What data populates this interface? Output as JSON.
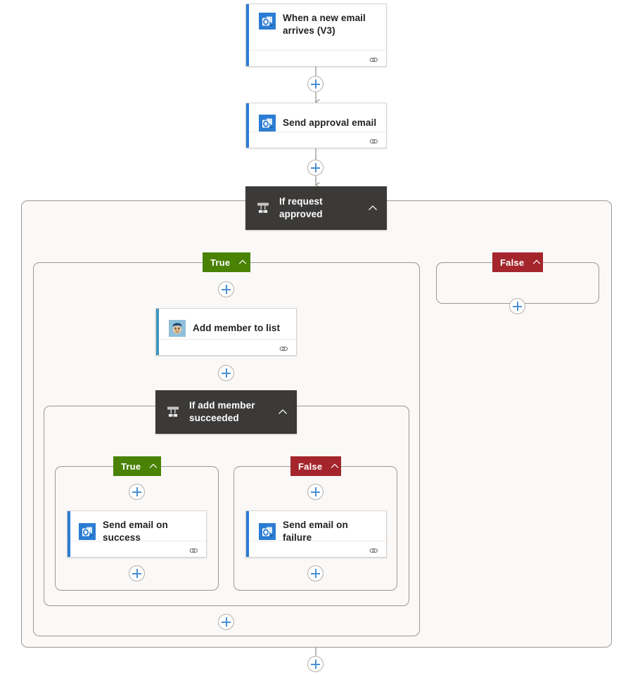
{
  "canvas": {
    "background": "#ffffff",
    "scope_background": "#faf9f8",
    "scope_border": "#9b9896",
    "connector_color": "#979593",
    "plus_color": "#4a8fd4"
  },
  "colors": {
    "true_badge": "#498205",
    "false_badge": "#a4262c",
    "condition_header": "#3b3a39",
    "outlook_accent": "#2b7cd3",
    "mailchimp_accent": "#3d97bf"
  },
  "nodes": {
    "trigger": {
      "title": "When a new email arrives (V3)",
      "icon": "outlook-icon",
      "accent": "#2b7cd3",
      "footer_icon": "link-icon"
    },
    "send_approval": {
      "title": "Send approval email",
      "icon": "outlook-icon",
      "accent": "#2b7cd3",
      "footer_icon": "link-icon"
    },
    "condition_outer": {
      "title": "If request approved",
      "icon": "condition-icon",
      "chevron": "chevron-up-icon"
    },
    "add_member": {
      "title": "Add member to list",
      "icon": "mailchimp-icon",
      "accent": "#3d97bf",
      "footer_icon": "link-icon"
    },
    "condition_inner": {
      "title": "If add member succeeded",
      "icon": "condition-icon",
      "chevron": "chevron-up-icon"
    },
    "send_success": {
      "title": "Send email on success",
      "icon": "outlook-icon",
      "accent": "#2b7cd3",
      "footer_icon": "link-icon"
    },
    "send_failure": {
      "title": "Send email on failure",
      "icon": "outlook-icon",
      "accent": "#2b7cd3",
      "footer_icon": "link-icon"
    }
  },
  "branches": {
    "outer_true": {
      "label": "True",
      "chevron": "chevron-up-icon"
    },
    "outer_false": {
      "label": "False",
      "chevron": "chevron-up-icon"
    },
    "inner_true": {
      "label": "True",
      "chevron": "chevron-up-icon"
    },
    "inner_false": {
      "label": "False",
      "chevron": "chevron-up-icon"
    }
  },
  "add_buttons": [
    {
      "id": "add-after-trigger",
      "label": "+"
    },
    {
      "id": "add-after-send-approval",
      "label": "+"
    },
    {
      "id": "add-outer-false-branch",
      "label": "+"
    },
    {
      "id": "add-outer-true-first",
      "label": "+"
    },
    {
      "id": "add-after-add-member",
      "label": "+"
    },
    {
      "id": "add-inner-true-first",
      "label": "+"
    },
    {
      "id": "add-inner-false-first",
      "label": "+"
    },
    {
      "id": "add-inner-true-last",
      "label": "+"
    },
    {
      "id": "add-inner-false-last",
      "label": "+"
    },
    {
      "id": "add-outer-true-last",
      "label": "+"
    },
    {
      "id": "add-after-condition",
      "label": "+"
    }
  ]
}
